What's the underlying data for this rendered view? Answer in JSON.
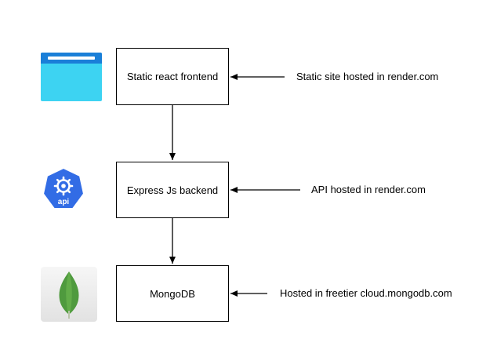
{
  "nodes": {
    "frontend": {
      "label": "Static react frontend"
    },
    "backend": {
      "label": "Express Js backend"
    },
    "database": {
      "label": "MongoDB"
    }
  },
  "annotations": {
    "frontend": "Static site hosted in render.com",
    "backend": "API hosted in render.com",
    "database": "Hosted in freetier cloud.mongodb.com"
  },
  "icons": {
    "frontend": "browser-window-icon",
    "backend": "api-icon",
    "database": "mongodb-leaf-icon",
    "api_badge_text": "api"
  },
  "colors": {
    "browser_blue": "#3dd3f2",
    "browser_bar": "#1a7fd8",
    "api_blue": "#326ce5",
    "leaf_green": "#4f9a3e"
  }
}
